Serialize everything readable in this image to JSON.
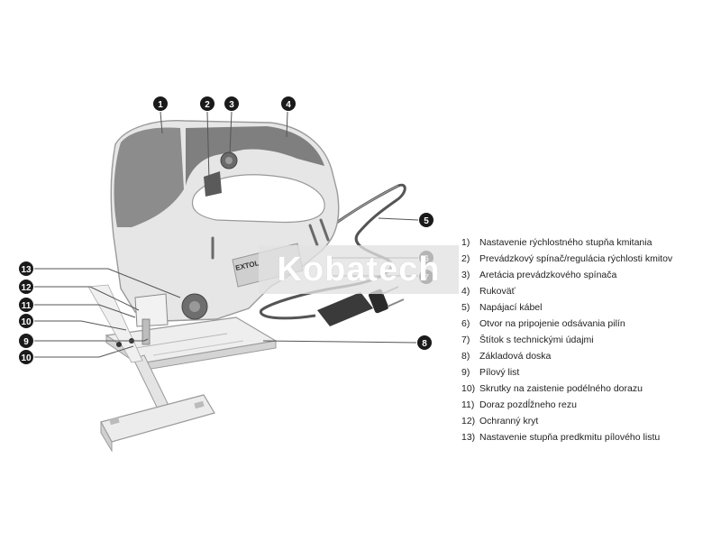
{
  "brand_label": "EXTOL",
  "watermark": "Kobatech",
  "callouts": [
    "1",
    "2",
    "3",
    "4",
    "5",
    "6",
    "7",
    "8",
    "9",
    "10",
    "11",
    "12",
    "13",
    "10"
  ],
  "legend": [
    {
      "num": "1)",
      "text": "Nastavenie rýchlostného stupňa kmitania"
    },
    {
      "num": "2)",
      "text": "Prevádzkový spínač/regulácia rýchlosti kmitov"
    },
    {
      "num": "3)",
      "text": "Aretácia prevádzkového spínača"
    },
    {
      "num": "4)",
      "text": "Rukoväť"
    },
    {
      "num": "5)",
      "text": "Napájací kábel"
    },
    {
      "num": "6)",
      "text": "Otvor na pripojenie odsávania pilín"
    },
    {
      "num": "7)",
      "text": "Štítok s technickými údajmi"
    },
    {
      "num": "8)",
      "text": "Základová doska"
    },
    {
      "num": "9)",
      "text": "Pílový list"
    },
    {
      "num": "10)",
      "text": "Skrutky na zaistenie podélného dorazu"
    },
    {
      "num": "11)",
      "text": "Doraz pozdĺžneho rezu"
    },
    {
      "num": "12)",
      "text": "Ochranný kryt"
    },
    {
      "num": "13)",
      "text": "Nastavenie stupňa predkmitu pílového listu"
    }
  ],
  "colors": {
    "callout": "#1a1a1a",
    "body": "#e6e6e6",
    "grip": "#8a8a8a",
    "outline": "#9a9a9a"
  }
}
